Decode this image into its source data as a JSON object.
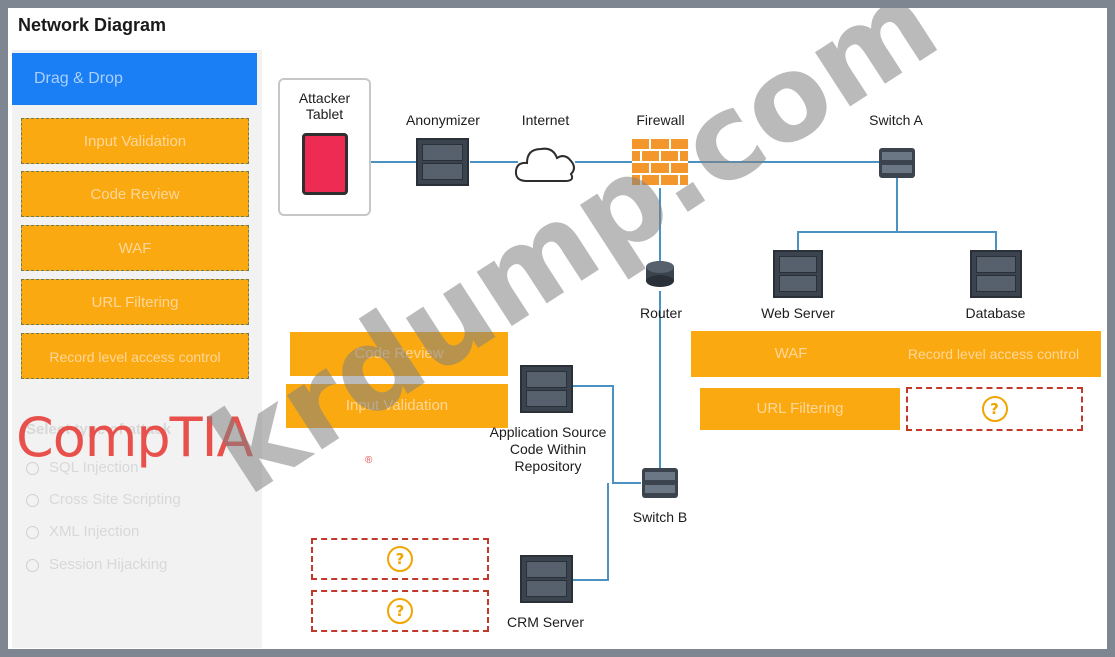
{
  "header": {
    "title": "Network Diagram"
  },
  "drag_drop": {
    "label": "Drag & Drop",
    "tiles": [
      "Input Validation",
      "Code Review",
      "WAF",
      "URL Filtering",
      "Record level access control"
    ]
  },
  "attack_type": {
    "heading": "Select type of attack",
    "options": [
      "SQL Injection",
      "Cross Site Scripting",
      "XML Injection",
      "Session Hijacking"
    ]
  },
  "diagram": {
    "attacker": "Attacker Tablet",
    "anonymizer": "Anonymizer",
    "internet": "Internet",
    "firewall": "Firewall",
    "switch_a": "Switch A",
    "router": "Router",
    "web_server": "Web Server",
    "database": "Database",
    "app_repo": "Application Source Code Within Repository",
    "switch_b": "Switch B",
    "crm_server": "CRM Server"
  },
  "placed": {
    "left_code_review": "Code Review",
    "left_input_validation": "Input Validation",
    "right_waf": "WAF",
    "right_record": "Record level access control",
    "right_url_filtering": "URL Filtering",
    "empty_marker": "?"
  },
  "branding": {
    "logo_text": "CompTIA",
    "reg": "®",
    "watermark": "krdump.com"
  },
  "colors": {
    "tile": "#fba910",
    "header": "#1a7ef5",
    "line": "#4b91c2",
    "drop_border": "#c0392b"
  }
}
